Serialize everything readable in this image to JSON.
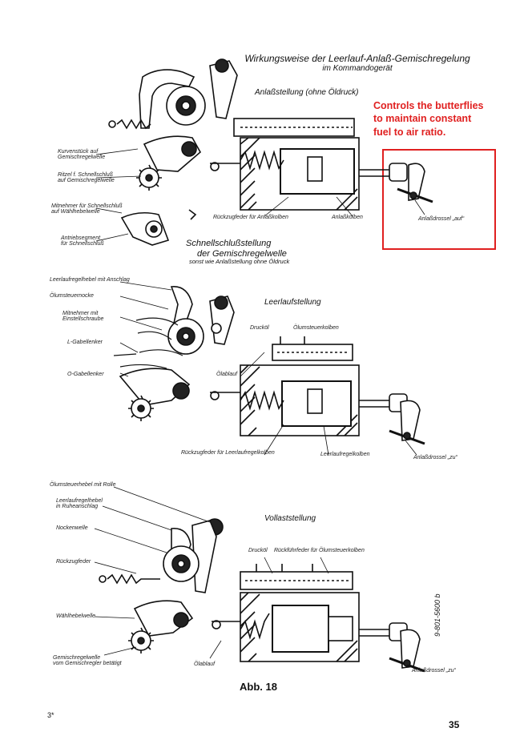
{
  "header": {
    "title_line1": "Wirkungsweise der Leerlauf-Anlaß-Gemischregelung",
    "title_line2": "im Kommandogerät"
  },
  "annotation": {
    "line1": "Controls the butterflies",
    "line2": "to maintain constant",
    "line3": "fuel to air ratio."
  },
  "diagram1": {
    "section": "Anlaßstellung (ohne Öldruck)",
    "labels": {
      "kurvenstueck": "Kurvenstück auf",
      "kurvenstueck2": "Gemischregelwelle",
      "ritzel": "Ritzel f. Schnellschluß",
      "ritzel2": "auf Gemischregelwelle",
      "mitnehmer": "Mitnehmer für Schnellschluß",
      "mitnehmer2": "auf Wählhebelwelle",
      "antrieb": "Antriebsegment",
      "antrieb2": "für Schnellschluß",
      "rueckzug": "Rückzugfeder für Anlaßkolben",
      "anlasskolben": "Anlaßkolben",
      "drossel": "Anlaßdrossel „auf“"
    }
  },
  "diagram2": {
    "section_line1": "Schnellschlußstellung",
    "section_line2": "der Gemischregelwelle",
    "section_line3": "sonst wie Anlaßstellung ohne Öldruck",
    "section": "Leerlaufstellung",
    "labels": {
      "leerlaufhebel": "Leerlaufregelhebel mit Anschlag",
      "oelumsteuernocke": "Ölumsteuernocke",
      "mitnehmer": "Mitnehmer mit",
      "mitnehmer2": "Einstellschraube",
      "lgabel": "L-Gabellenker",
      "ogabel": "O-Gabellenker",
      "druckoel": "Drucköl",
      "oelumsteuerkolben": "Ölumsteuerkolben",
      "oelablauf": "Ölablauf",
      "rueckzug": "Rückzugfeder für Leerlaufregelkolben",
      "leerlaufkolben": "Leerlaufregelkolben",
      "drossel": "Anlaßdrossel „zu“"
    }
  },
  "diagram3": {
    "section": "Vollaststellung",
    "labels": {
      "oelumsteuerhebel": "Ölumsteuerhebel mit Rolle",
      "leerlaufhebel": "Leerlaufregelhebel",
      "leerlaufhebel2": "in Ruheanschlag",
      "nockenwelle": "Nockenwelle",
      "rueckzugfeder": "Rückzugfeder",
      "druckoel": "Drucköl",
      "rueckfuehrfeder": "Rückführfeder für Ölumsteuerkolben",
      "waehlhebelwelle": "Wählhebelwelle",
      "gemischregelwelle": "Gemischregelwelle",
      "gemischregelwelle2": "vom Gemischregler betätigt",
      "oelablauf": "Ölablauf",
      "drossel": "Anlaßdrossel „zu“",
      "code": "9-801-5600 b"
    }
  },
  "footer": {
    "caption": "Abb. 18",
    "corner_mark": "3*",
    "page_number": "35"
  },
  "colors": {
    "annotation": "#e02020",
    "ink": "#111111"
  }
}
